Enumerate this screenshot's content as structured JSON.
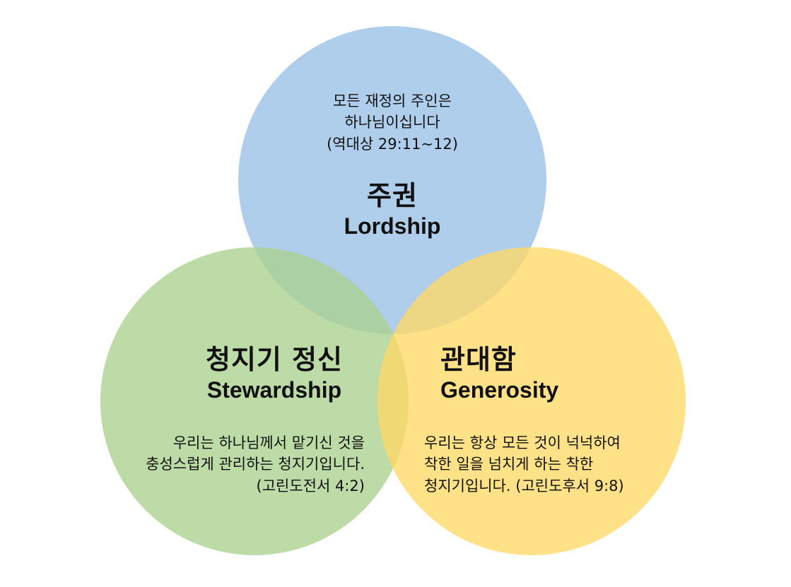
{
  "colors": {
    "lordship": "#9DC3E6",
    "stewardship": "#A9D18E",
    "generosity": "#FFD966",
    "text": "#111111"
  },
  "circles": {
    "lordship": {
      "title_ko": "주권",
      "title_en": "Lordship",
      "description": [
        "모든 재정의 주인은",
        "하나님이십니다",
        "(역대상 29:11~12)"
      ]
    },
    "stewardship": {
      "title_ko": "청지기 정신",
      "title_en": "Stewardship",
      "description": [
        "우리는 하나님께서 맡기신 것을",
        "충성스럽게 관리하는 청지기입니다.",
        "(고린도전서 4:2)"
      ]
    },
    "generosity": {
      "title_ko": "관대함",
      "title_en": "Generosity",
      "description": [
        "우리는 항상 모든 것이 넉넉하여",
        "착한 일을 넘치게 하는 착한",
        "청지기입니다. (고린도후서 9:8)"
      ]
    }
  }
}
